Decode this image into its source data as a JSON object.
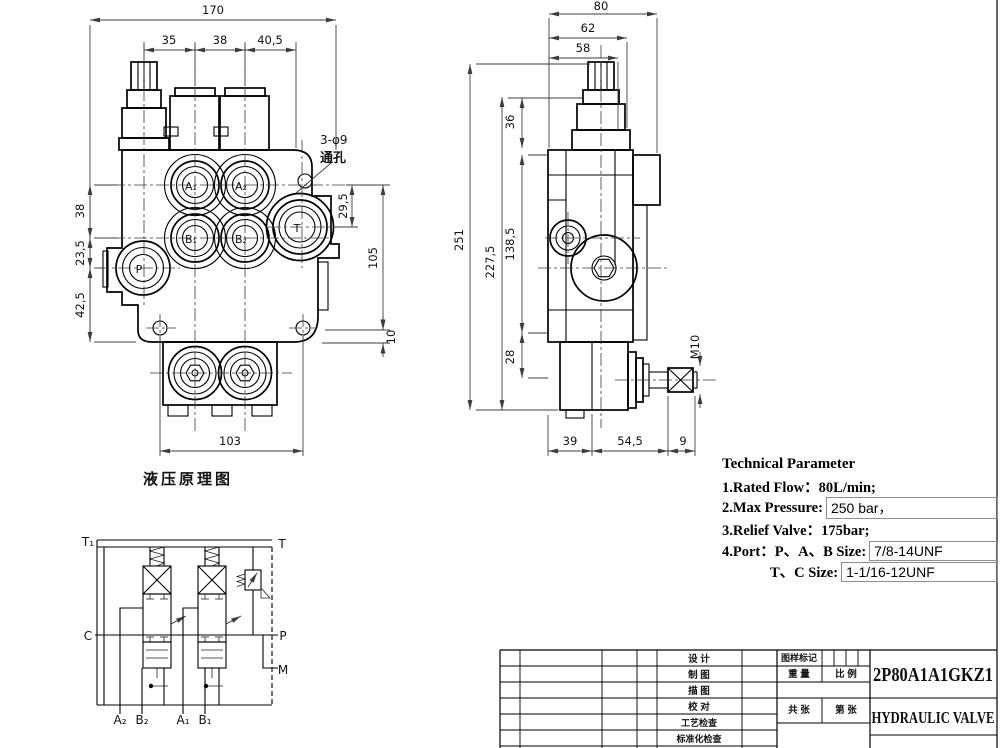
{
  "front_view": {
    "dims": {
      "total_width": "170",
      "w1": "35",
      "w2": "38",
      "w3": "40,5",
      "h1": "38",
      "h2": "23,5",
      "h3": "42,5",
      "bottom_width": "103",
      "r1": "29,5",
      "r2": "105",
      "r3": "10"
    },
    "hole_note_line1": "3-φ9",
    "hole_note_line2": "通孔",
    "ports": {
      "a1": "A₁",
      "a2": "A₂",
      "b1": "B₁",
      "b2": "B₂",
      "p": "P",
      "t": "T"
    }
  },
  "side_view": {
    "dims": {
      "total_depth": "80",
      "d1": "62",
      "d2": "58",
      "d3": "36",
      "total_height": "251",
      "v1": "227,5",
      "v2": "138,5",
      "v3": "28",
      "b1": "39",
      "b2": "54,5",
      "b3": "9",
      "thread": "M10"
    }
  },
  "schematic": {
    "title": "液压原理图",
    "labels": {
      "t1": "T₁",
      "t": "T",
      "c": "C",
      "p": "P",
      "m": "M",
      "a2": "A₂",
      "b2": "B₂",
      "a1": "A₁",
      "b1": "B₁"
    }
  },
  "tech_params": {
    "title": "Technical Parameter",
    "line1": "1.Rated Flow：80L/min;",
    "line2_label": "2.Max Pressure:",
    "line2_value": "250 bar，",
    "line3": "3.Relief Valve：175bar;",
    "line4_label": "4.Port：P、A、B Size:",
    "line4_value": "7/8-14UNF",
    "line5_label": "T、C Size:",
    "line5_value": "1-1/16-12UNF"
  },
  "title_block": {
    "rows": [
      "设 计",
      "制 图",
      "描 图",
      "校 对",
      "工艺检查",
      "标准化检查"
    ],
    "mark": "图样标记",
    "weight": "重 量",
    "scale": "比 例",
    "total_sheets": "共 张",
    "sheet_no": "第 张",
    "part_number": "2P80A1A1GKZ1",
    "part_name": "HYDRAULIC VALVE"
  }
}
